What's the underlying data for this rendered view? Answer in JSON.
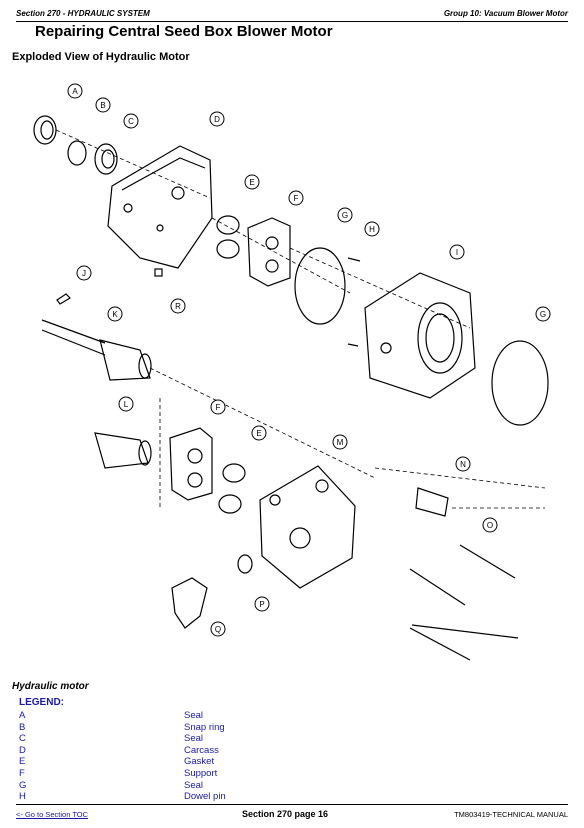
{
  "header": {
    "left": "Section 270 - HYDRAULIC SYSTEM",
    "right": "Group 10: Vacuum Blower Motor"
  },
  "title": "Repairing Central Seed Box Blower Motor",
  "subtitle": "Exploded View of Hydraulic Motor",
  "callouts": [
    "A",
    "B",
    "C",
    "D",
    "E",
    "F",
    "G",
    "H",
    "I",
    "J",
    "K",
    "R",
    "L",
    "F",
    "E",
    "M",
    "N",
    "O",
    "P",
    "Q",
    "G"
  ],
  "caption": "Hydraulic motor",
  "legend": {
    "title": "LEGEND:",
    "items": [
      {
        "key": "A",
        "value": "Seal"
      },
      {
        "key": "B",
        "value": "Snap ring"
      },
      {
        "key": "C",
        "value": "Seal"
      },
      {
        "key": "D",
        "value": "Carcass"
      },
      {
        "key": "E",
        "value": "Gasket"
      },
      {
        "key": "F",
        "value": "Support"
      },
      {
        "key": "G",
        "value": "Seal"
      },
      {
        "key": "H",
        "value": "Dowel pin"
      }
    ]
  },
  "footer": {
    "toc_link": "<- Go to Section TOC",
    "page": "Section 270 page 16",
    "manual": "TM803419-TECHNICAL MANUAL"
  }
}
